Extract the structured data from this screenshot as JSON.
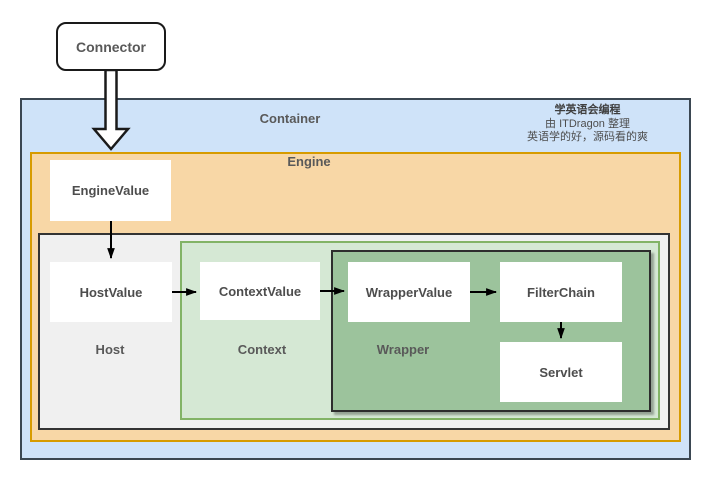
{
  "connector": {
    "label": "Connector"
  },
  "container": {
    "label": "Container",
    "watermark": {
      "line1": "学英语会编程",
      "line2": "由 ITDragon 整理",
      "line3": "英语学的好，源码看的爽"
    },
    "engine": {
      "label": "Engine",
      "value_box": "EngineValue",
      "host": {
        "label": "Host",
        "value_box": "HostValue",
        "context": {
          "label": "Context",
          "value_box": "ContextValue",
          "wrapper": {
            "label": "Wrapper",
            "value_box": "WrapperValue",
            "filter_chain": "FilterChain",
            "servlet": "Servlet"
          }
        }
      }
    }
  },
  "colors": {
    "container_fill": "#cfe3f9",
    "container_stroke": "#3b4752",
    "engine_fill": "#f8d7a6",
    "engine_stroke": "#d79b00",
    "host_fill": "#f0f0f0",
    "host_stroke": "#333333",
    "context_fill": "#d5e8d4",
    "context_stroke": "#82b366",
    "wrapper_fill": "#9cc39c",
    "wrapper_stroke": "#2d2d2d",
    "node_fill": "#ffffff",
    "arrow_color": "#000000",
    "block_arrow_stroke": "#1a1a1a"
  }
}
